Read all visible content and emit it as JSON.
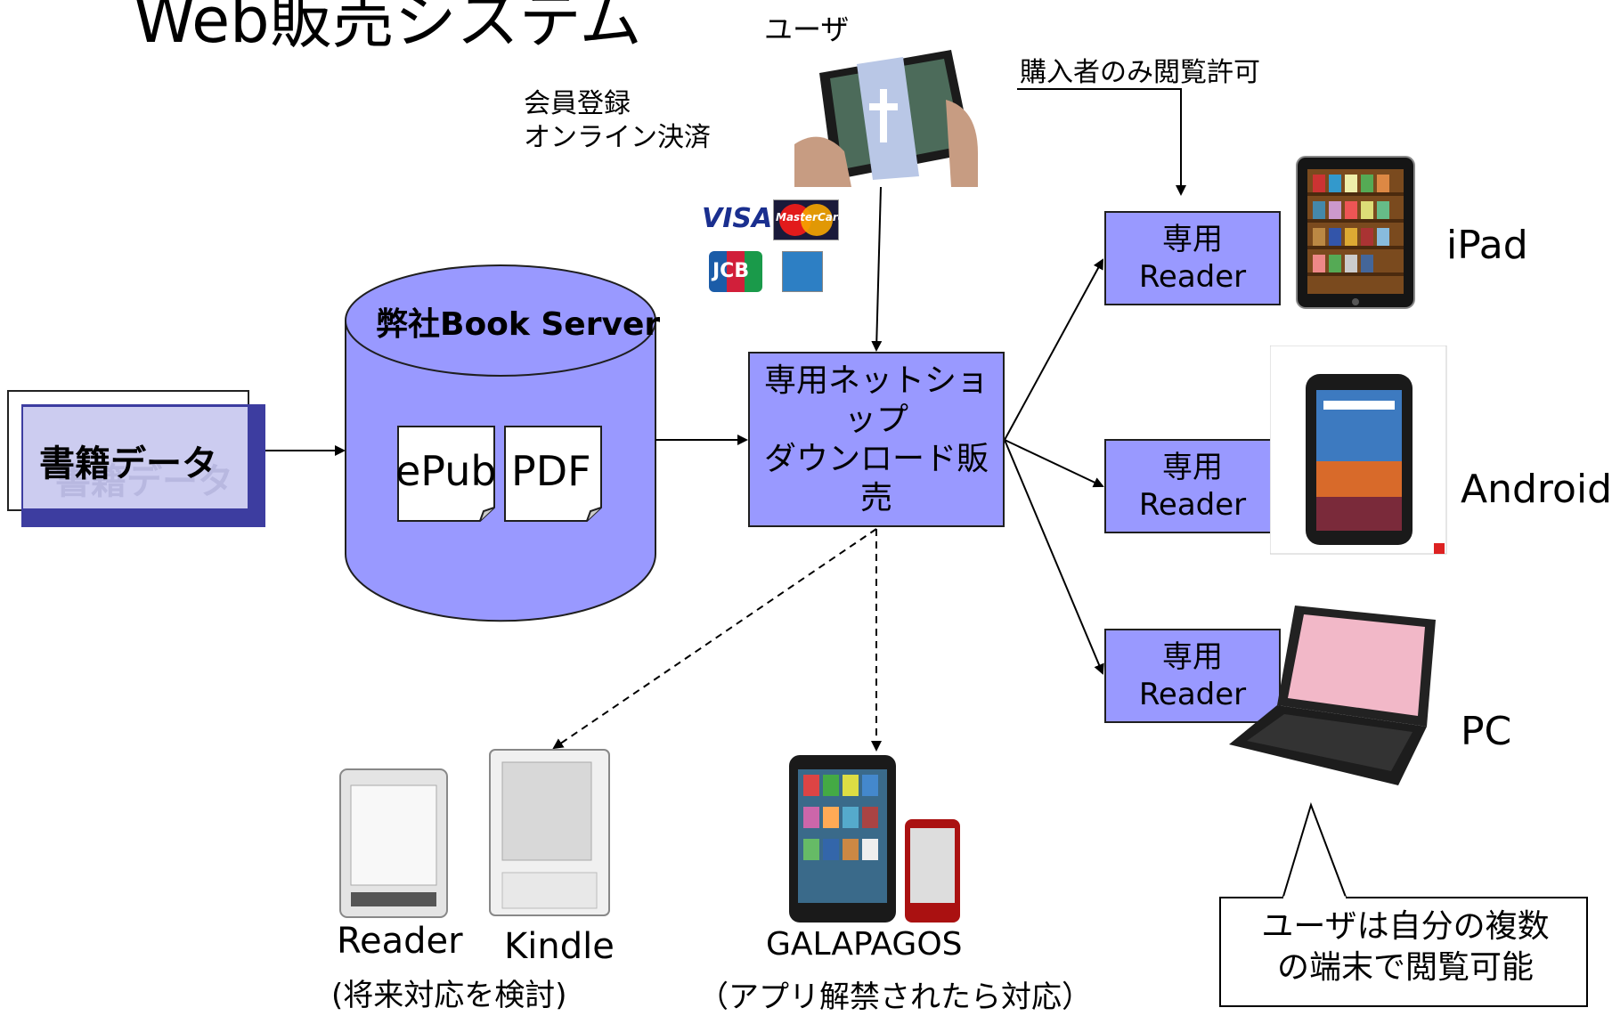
{
  "title": "Web販売システム",
  "user_label": "ユーザ",
  "registration_note": [
    "会員登録",
    "オンライン決済"
  ],
  "buyers_only_note": "購入者のみ閲覧許可",
  "payment_brands": [
    "VISA",
    "MasterCard",
    "JCB"
  ],
  "book_data": "書籍データ",
  "server": {
    "label": "弊社Book Server",
    "formats": [
      "ePub",
      "PDF"
    ]
  },
  "net_shop": [
    "専用ネットショップ",
    "ダウンロード販売"
  ],
  "reader_boxes": [
    [
      "専用",
      "Reader"
    ],
    [
      "専用",
      "Reader"
    ],
    [
      "専用",
      "Reader"
    ]
  ],
  "devices": [
    "iPad",
    "Android",
    "PC"
  ],
  "future_devices": {
    "reader": "Reader",
    "kindle": "Kindle",
    "reader_kindle_note": "(将来対応を検討)",
    "galapagos": "GALAPAGOS",
    "galapagos_note": "（アプリ解禁されたら対応）"
  },
  "callout": [
    "ユーザは自分の複数",
    "の端末で閲覧可能"
  ],
  "colors": {
    "box_fill": "#9999ff",
    "book_shadow": "#3d3da0",
    "book_face": "#ccccf0"
  }
}
